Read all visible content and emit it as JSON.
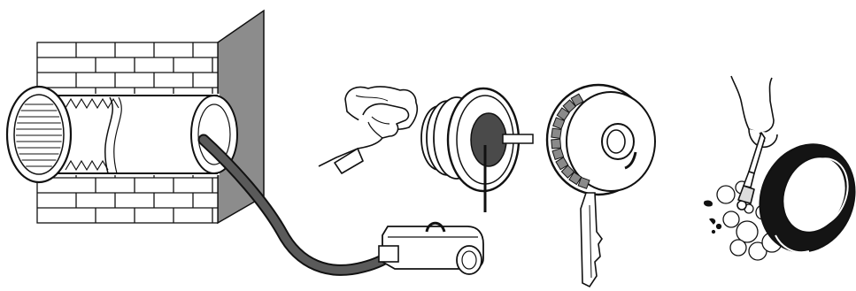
{
  "diagram": {
    "kind": "maintenance-instruction-illustration",
    "caption": "",
    "colors": {
      "stroke": "#111111",
      "wall_shadow": "#8c8c8c",
      "hose": "#5a5a5a",
      "dark_part": "#4a4a4a",
      "seal_ring": "#141414",
      "background": "#ffffff"
    },
    "steps": [
      {
        "id": "vacuum-duct",
        "icons": [
          "brick-wall-icon",
          "ventilation-duct-icon",
          "vacuum-cleaner-icon"
        ]
      },
      {
        "id": "wipe-unit",
        "icons": [
          "hand-with-cloth-icon",
          "ventilator-unit-icon"
        ]
      },
      {
        "id": "fan-assembly",
        "icons": [
          "fan-housing-icon",
          "connector-plug-icon"
        ]
      },
      {
        "id": "wash-seal",
        "icons": [
          "hand-with-brush-icon",
          "seal-ring-icon",
          "soap-bubbles-icon"
        ]
      }
    ]
  }
}
